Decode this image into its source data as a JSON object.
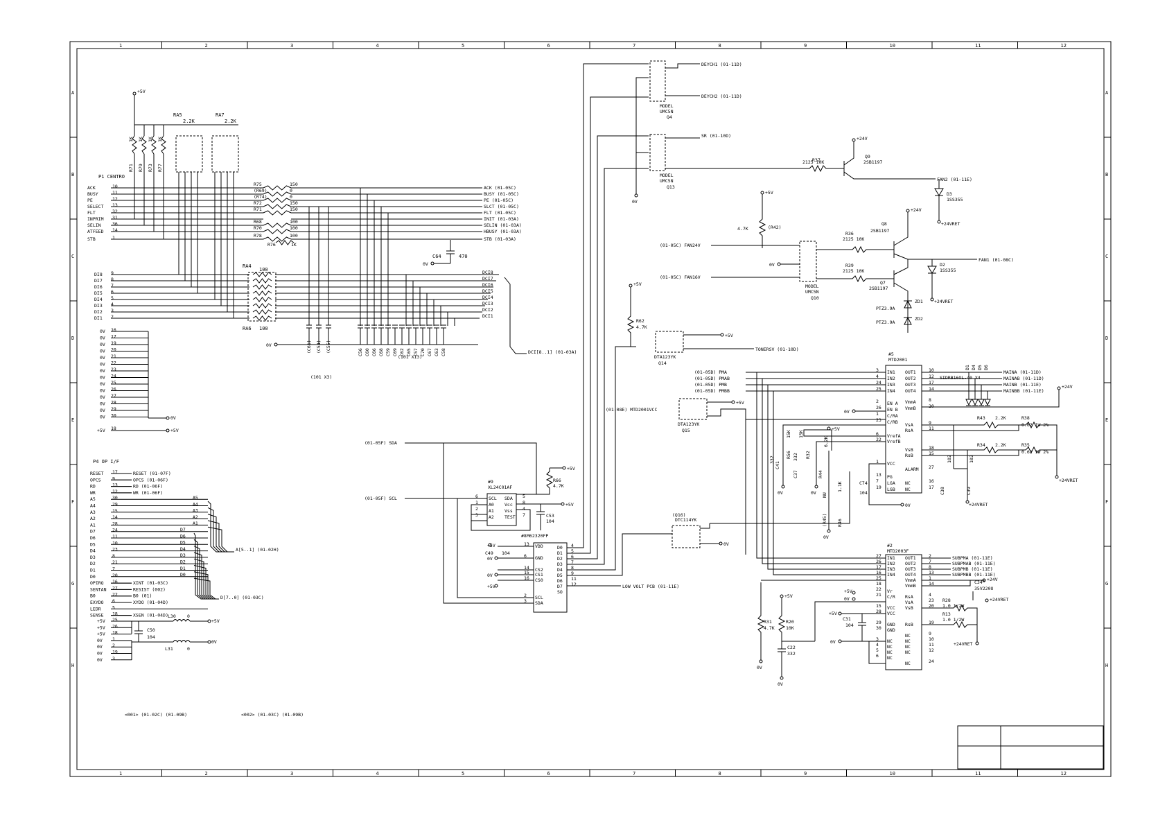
{
  "border": {
    "columns": [
      "1",
      "2",
      "3",
      "4",
      "5",
      "6",
      "7",
      "8",
      "9",
      "10",
      "11",
      "12"
    ],
    "rows": [
      "A",
      "B",
      "C",
      "D",
      "E",
      "F",
      "G",
      "H"
    ]
  },
  "p1": {
    "title": "P1 CENTRO",
    "pins": [
      {
        "name": "ACK",
        "num": "10"
      },
      {
        "name": "BUSY",
        "num": "11"
      },
      {
        "name": "PE",
        "num": "12"
      },
      {
        "name": "SELECT",
        "num": "13"
      },
      {
        "name": "FLT",
        "num": "32"
      },
      {
        "name": "INPRIM",
        "num": "31"
      },
      {
        "name": "SELIN",
        "num": "36"
      },
      {
        "name": "ATFEED",
        "num": "14"
      },
      {
        "name": "STB",
        "num": "1"
      }
    ],
    "outputs": [
      "ACK (01-05C)",
      "BUSY (01-05C)",
      "PE (01-05C)",
      "SLCT (01-05C)",
      "FLT (01-05C)",
      "INIT (01-03A)",
      "SELIN (01-03A)",
      "HBUSY (01-03A)",
      "STB (01-03A)"
    ],
    "data_pins": [
      {
        "name": "DI8",
        "num": "9"
      },
      {
        "name": "DI7",
        "num": "8"
      },
      {
        "name": "DI6",
        "num": "7"
      },
      {
        "name": "DI5",
        "num": "6"
      },
      {
        "name": "DI4",
        "num": "5"
      },
      {
        "name": "DI3",
        "num": "4"
      },
      {
        "name": "DI2",
        "num": "3"
      },
      {
        "name": "DI1",
        "num": "2"
      }
    ],
    "data_out": [
      "DCI8",
      "DCI7",
      "DCI6",
      "DCI5",
      "DCI4",
      "DCI3",
      "DCI2",
      "DCI1"
    ],
    "dci_bus": "DCI[8..1] (01-03A)",
    "gnd_pins": [
      "16",
      "17",
      "19",
      "20",
      "21",
      "22",
      "23",
      "24",
      "25",
      "26",
      "27",
      "28",
      "29",
      "30"
    ],
    "gnd_label": "0V",
    "plus5_pin": "18",
    "plus5_label": "+5V"
  },
  "ra5": {
    "name": "RA5",
    "value": "2.2K"
  },
  "ra7": {
    "name": "RA7",
    "value": "2.2K"
  },
  "ra4": {
    "name": "RA4",
    "value": "100"
  },
  "ra6": {
    "name": "RA6",
    "value": "100"
  },
  "pullups": [
    {
      "name": "R71",
      "value": "1K"
    },
    {
      "name": "R79",
      "value": "1K"
    },
    {
      "name": "R73",
      "value": "1K"
    },
    {
      "name": "R77",
      "value": "1K"
    }
  ],
  "series_res": [
    {
      "name": "R75",
      "value": "150"
    },
    {
      "name": "(R69)",
      "value": "0"
    },
    {
      "name": "(R74)",
      "value": "0"
    },
    {
      "name": "R72",
      "value": "150"
    },
    {
      "name": "R71",
      "value": "150"
    },
    {
      "name": "R68",
      "value": "100"
    },
    {
      "name": "R70",
      "value": "100"
    },
    {
      "name": "R78",
      "value": "100"
    },
    {
      "name": "R76",
      "value": "1K"
    }
  ],
  "c64": {
    "name": "C64",
    "value": "470"
  },
  "caps_left": [
    "(C61)",
    "(C54)",
    "(C55)"
  ],
  "caps_note_left": "(101 X3)",
  "caps_right": [
    "C56",
    "C60",
    "C66",
    "C68",
    "C59",
    "C69",
    "C62",
    "C65",
    "C57",
    "C70",
    "C67",
    "C63",
    "C58"
  ],
  "caps_note_right": "(101 X13)",
  "p4": {
    "title": "P4 OP I/F",
    "pins": [
      {
        "name": "RESET",
        "num": "17",
        "out": "RESET (01-07F)"
      },
      {
        "name": "OPCS",
        "num": "9",
        "out": "OPCS (01-06F)"
      },
      {
        "name": "RD",
        "num": "13",
        "out": "RD (01-06F)"
      },
      {
        "name": "WR",
        "num": "12",
        "out": "WR (01-06F)"
      },
      {
        "name": "A5",
        "num": "30",
        "out": ""
      },
      {
        "name": "A4",
        "num": "29",
        "out": ""
      },
      {
        "name": "A3",
        "num": "15",
        "out": ""
      },
      {
        "name": "A2",
        "num": "14",
        "out": ""
      },
      {
        "name": "A1",
        "num": "28",
        "out": ""
      },
      {
        "name": "D7",
        "num": "24",
        "out": ""
      },
      {
        "name": "D6",
        "num": "11",
        "out": ""
      },
      {
        "name": "D5",
        "num": "10",
        "out": ""
      },
      {
        "name": "D4",
        "num": "23",
        "out": ""
      },
      {
        "name": "D3",
        "num": "8",
        "out": ""
      },
      {
        "name": "D2",
        "num": "21",
        "out": ""
      },
      {
        "name": "D1",
        "num": "7",
        "out": ""
      },
      {
        "name": "D0",
        "num": "20",
        "out": ""
      },
      {
        "name": "OPIRQ",
        "num": "16",
        "out": "XINT (01-03C)"
      },
      {
        "name": "SENTAN",
        "num": "27",
        "out": "RESIST (002)"
      },
      {
        "name": "B0",
        "num": "22",
        "out": "B0 (01)"
      },
      {
        "name": "EXYDO",
        "num": "6",
        "out": "XYDO (01-04D)"
      },
      {
        "name": "LEDR",
        "num": "5",
        "out": ""
      },
      {
        "name": "SENSE",
        "num": "18",
        "out": "XSEN (01-04D)"
      }
    ],
    "addr_labels": [
      "A5",
      "A4",
      "A3",
      "A2",
      "A1"
    ],
    "addr_bus": "A[5..1] (01-02H)",
    "data_labels": [
      "D7",
      "D6",
      "D5",
      "D4",
      "D3",
      "D2",
      "D1",
      "D0"
    ],
    "data_bus": "D[7..0] (01-03C)",
    "pwr_pins": [
      {
        "name": "+5V",
        "num": "25"
      },
      {
        "name": "+5V",
        "num": "26"
      },
      {
        "name": "+5V",
        "num": "18"
      },
      {
        "name": "0V",
        "num": "1"
      },
      {
        "name": "0V",
        "num": "2"
      },
      {
        "name": "0V",
        "num": "19"
      },
      {
        "name": "0V",
        "num": "3"
      }
    ]
  },
  "l30": {
    "name": "L30",
    "value": "0"
  },
  "l31": {
    "name": "L31",
    "value": "0"
  },
  "c50": {
    "name": "C50",
    "value": "104"
  },
  "notes_bottom": [
    "<001> (01-02C) (01-09B)",
    "<002> (01-03C) (01-09B)"
  ],
  "u9": {
    "ref": "#9",
    "part": "XL24C01AF",
    "pins_left": [
      {
        "n": "6",
        "name": "SCL"
      },
      {
        "n": "1",
        "name": "A0"
      },
      {
        "n": "2",
        "name": "A1"
      },
      {
        "n": "3",
        "name": "A2"
      }
    ],
    "pins_right": [
      {
        "n": "5",
        "name": "SDA"
      },
      {
        "n": "8",
        "name": "Vcc"
      },
      {
        "n": "4",
        "name": "Vss"
      },
      {
        "n": "7",
        "name": "TEST"
      }
    ]
  },
  "sda_label": "(01-05F)  SDA",
  "scl_label": "(01-05F)  SCL",
  "r66": {
    "name": "R66",
    "value": "4.7K"
  },
  "c53": {
    "name": "C53",
    "value": "104"
  },
  "c49": {
    "name": "C49",
    "value": "104"
  },
  "u8": {
    "ref": "#8",
    "part": "M62320FP",
    "pins_left": [
      {
        "n": "13",
        "name": "VDD"
      },
      {
        "n": "6",
        "name": "GND"
      },
      {
        "n": "14",
        "name": "CS2"
      },
      {
        "n": "15",
        "name": "CS1"
      },
      {
        "n": "16",
        "name": "CS0"
      },
      {
        "n": "2",
        "name": "SCL"
      },
      {
        "n": "3",
        "name": "SDA"
      }
    ],
    "pins_right": [
      {
        "n": "4",
        "name": "D0"
      },
      {
        "n": "5",
        "name": "D1"
      },
      {
        "n": "6",
        "name": "D2"
      },
      {
        "n": "7",
        "name": "D3"
      },
      {
        "n": "8",
        "name": "D4"
      },
      {
        "n": "9",
        "name": "D5"
      },
      {
        "n": "11",
        "name": "D6"
      },
      {
        "n": "12",
        "name": "D7"
      },
      {
        "n": "",
        "name": "SO"
      }
    ]
  },
  "low_volt": "LOW VOLT PCB (01-11E)",
  "q4": {
    "name": "Q4",
    "model": "MODEL",
    "part": "UMC5N",
    "out1": "DEYCH1 (01-11D)",
    "out2": "DEYCH2 (01-11D)"
  },
  "q13": {
    "name": "Q13",
    "model": "MODEL",
    "part": "UMC5N",
    "out1": "SR (01-10D)"
  },
  "q9": {
    "name": "Q9",
    "part": "2SB1197"
  },
  "r37": {
    "name": "R37",
    "value": "2125 10K"
  },
  "d3": {
    "name": "D3",
    "part": "1SS355"
  },
  "fan2": "FAN2 (01-11E)",
  "v24": "+24V",
  "v24ret": "+24VRET",
  "v0": "0V",
  "v5": "+5V",
  "r42": {
    "name": "(R42)",
    "value": "4.7K"
  },
  "r36": {
    "name": "R36",
    "value": "2125 10K"
  },
  "r39": {
    "name": "R39",
    "value": "2125 10K"
  },
  "q8": {
    "name": "Q8",
    "part": "2SB1197"
  },
  "q7": {
    "name": "Q7",
    "part": "2SB1197"
  },
  "q10": {
    "name": "Q10",
    "model": "MODEL",
    "part": "UMC5N"
  },
  "fan24": "(01-05C)  FAN24V",
  "fan16": "(01-05C)  FAN16V",
  "fan1": "FAN1 (01-08C)",
  "d2": {
    "name": "D2",
    "part": "1SS355"
  },
  "zd1": {
    "name": "ZD1",
    "part": "PTZ3.9A"
  },
  "zd2": {
    "name": "ZD2",
    "part": "PTZ3.9A"
  },
  "r62": {
    "name": "R62",
    "value": "4.7K"
  },
  "q14": {
    "name": "Q14",
    "part": "DTA123YK"
  },
  "toner": "TONERSV (01-10D)",
  "u5": {
    "ref": "#5",
    "part": "MTD2001",
    "left": [
      {
        "sig": "(01-05D)  PMA",
        "n": "3",
        "name": "IN1"
      },
      {
        "sig": "(01-05D)  PMAB",
        "n": "4",
        "name": "IN2"
      },
      {
        "sig": "(01-05D)  PMB",
        "n": "24",
        "name": "IN3"
      },
      {
        "sig": "(01-05D)  PMBB",
        "n": "25",
        "name": "IN4"
      },
      {
        "sig": "",
        "n": "2",
        "name": "EN A"
      },
      {
        "sig": "",
        "n": "26",
        "name": "EN B"
      },
      {
        "sig": "",
        "n": "1",
        "name": "C/RA"
      },
      {
        "sig": "",
        "n": "23",
        "name": "C/RB"
      },
      {
        "sig": "",
        "n": "6",
        "name": "VrefA"
      },
      {
        "sig": "",
        "n": "22",
        "name": "VrefB"
      },
      {
        "sig": "",
        "n": "1",
        "name": "VCC"
      },
      {
        "sig": "",
        "n": "13",
        "name": "PG"
      },
      {
        "sig": "",
        "n": "7",
        "name": "LGA"
      },
      {
        "sig": "",
        "n": "19",
        "name": "LGB"
      }
    ],
    "right": [
      {
        "n": "10",
        "name": "OUT1",
        "sig": "MAINA (01-11D)"
      },
      {
        "n": "12",
        "name": "OUT2",
        "sig": "MAINAB (01-11D)"
      },
      {
        "n": "17",
        "name": "OUT3",
        "sig": "MAINB (01-11E)"
      },
      {
        "n": "14",
        "name": "OUT4",
        "sig": "MAINBB (01-11E)"
      },
      {
        "n": "8",
        "name": "VmmA",
        "sig": ""
      },
      {
        "n": "20",
        "name": "VmmB",
        "sig": ""
      },
      {
        "n": "9",
        "name": "VsA",
        "sig": ""
      },
      {
        "n": "11",
        "name": "RsA",
        "sig": ""
      },
      {
        "n": "18",
        "name": "VsB",
        "sig": ""
      },
      {
        "n": "15",
        "name": "RsB",
        "sig": ""
      },
      {
        "n": "27",
        "name": "ALARM",
        "sig": ""
      },
      {
        "n": "16",
        "name": "NC",
        "sig": ""
      },
      {
        "n": "17",
        "name": "NC",
        "sig": ""
      }
    ]
  },
  "diodes_x4": "SIDRB16OL-40 X4",
  "diode_names": [
    "D1",
    "D4",
    "D5",
    "D6"
  ],
  "mtd_vcc": "(01-08E)  MTD2001VCC",
  "q15": {
    "name": "Q15",
    "part": "DTA123YK"
  },
  "r43": {
    "name": "R43",
    "value": "2.2K"
  },
  "r38": {
    "name": "R38",
    "value": "0.62 1W 2%"
  },
  "r34": {
    "name": "R34",
    "value": "2.2K"
  },
  "r35": {
    "name": "R35",
    "value": "0.62 1W 2%"
  },
  "c41": {
    "name": "C41",
    "value": "332"
  },
  "r56": {
    "name": "R56",
    "value": "15K"
  },
  "r32": {
    "name": "R32",
    "value": "15K"
  },
  "c37": {
    "name": "C37",
    "value": "332"
  },
  "r44": {
    "name": "R44",
    "value": "6.2K"
  },
  "r45": {
    "name": "(R45)",
    "value": "NU"
  },
  "r46": {
    "name": "R46",
    "value": "1.1K"
  },
  "c74": {
    "name": "C74",
    "value": "104"
  },
  "c38": {
    "name": "C38",
    "value": "102"
  },
  "c39": {
    "name": "C39",
    "value": "102"
  },
  "q16": {
    "name": "(Q16)",
    "part": "DTC114YK"
  },
  "u2": {
    "ref": "#2",
    "part": "MTD2003F",
    "left": [
      {
        "n": "27",
        "name": "IN1"
      },
      {
        "n": "26",
        "name": "IN2"
      },
      {
        "n": "17",
        "name": "IN3"
      },
      {
        "n": "16",
        "name": "IN4"
      },
      {
        "n": "25",
        "name": ""
      },
      {
        "n": "18",
        "name": ""
      },
      {
        "n": "22",
        "name": "Vr"
      },
      {
        "n": "21",
        "name": "C/R"
      },
      {
        "n": "15",
        "name": "VCC"
      },
      {
        "n": "28",
        "name": "VCC"
      },
      {
        "n": "29",
        "name": "GND"
      },
      {
        "n": "30",
        "name": "GND"
      },
      {
        "n": "3",
        "name": "NC"
      },
      {
        "n": "4",
        "name": "NC"
      },
      {
        "n": "5",
        "name": "NC"
      },
      {
        "n": "6",
        "name": "NC"
      }
    ],
    "right": [
      {
        "n": "2",
        "name": "OUT1",
        "sig": "SUBPMA (01-11E)"
      },
      {
        "n": "7",
        "name": "OUT2",
        "sig": "SUBPMAB (01-11E)"
      },
      {
        "n": "8",
        "name": "OUT3",
        "sig": "SUBPMB (01-11E)"
      },
      {
        "n": "13",
        "name": "OUT4",
        "sig": "SUBPMBB (01-11E)"
      },
      {
        "n": "1",
        "name": "VmmA",
        "sig": ""
      },
      {
        "n": "14",
        "name": "VmmB",
        "sig": ""
      },
      {
        "n": "4",
        "name": "RsA",
        "sig": ""
      },
      {
        "n": "23",
        "name": "VsA",
        "sig": ""
      },
      {
        "n": "20",
        "name": "VsB",
        "sig": ""
      },
      {
        "n": "19",
        "name": "RsB",
        "sig": ""
      },
      {
        "n": "9",
        "name": "NC",
        "sig": ""
      },
      {
        "n": "10",
        "name": "NC",
        "sig": ""
      },
      {
        "n": "11",
        "name": "NC",
        "sig": ""
      },
      {
        "n": "12",
        "name": "NC",
        "sig": ""
      },
      {
        "n": "24",
        "name": "NC",
        "sig": ""
      }
    ]
  },
  "c34": {
    "name": "C34",
    "value": "35V220U"
  },
  "r28": {
    "name": "R28",
    "value": "1.0 1/2W"
  },
  "r13": {
    "name": "R13",
    "value": "1.0 1/2W"
  },
  "c31": {
    "name": "C31",
    "value": "104"
  },
  "r31": {
    "name": "R31",
    "value": "4.7K"
  },
  "r20": {
    "name": "R20",
    "value": "10K"
  },
  "c22": {
    "name": "C22",
    "value": "332"
  }
}
